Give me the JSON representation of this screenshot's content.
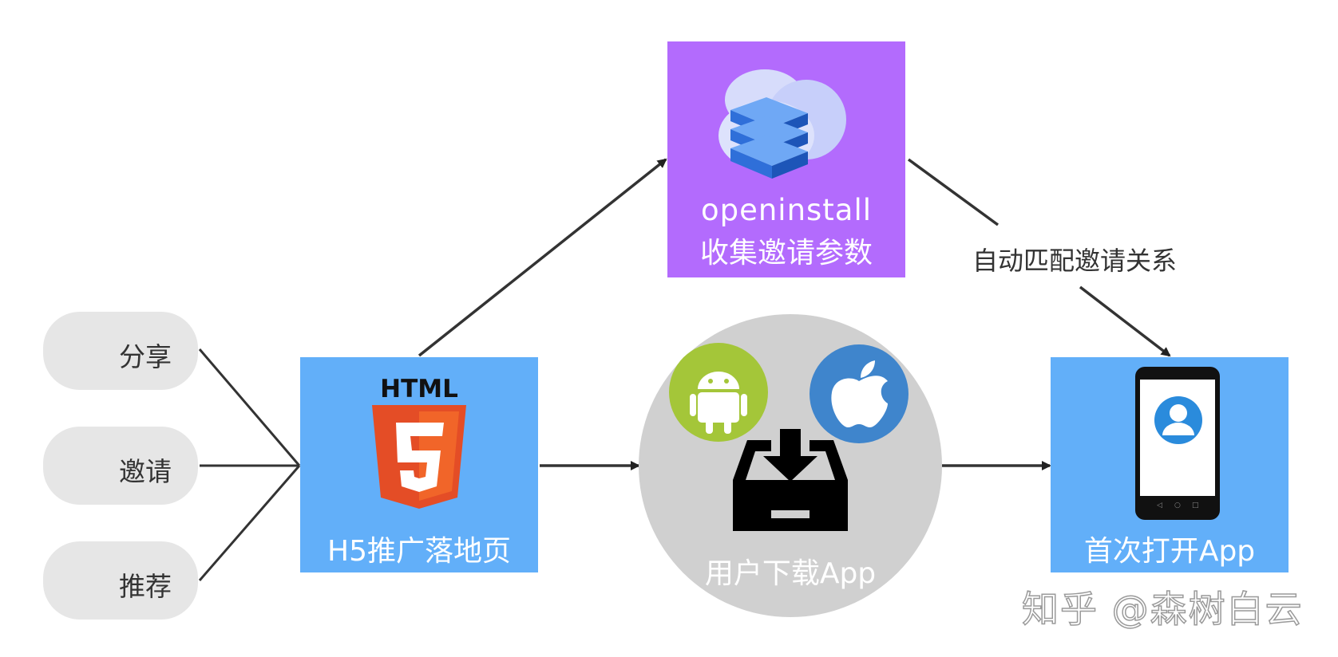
{
  "sources": [
    {
      "label": "分享",
      "icon": "share-icon"
    },
    {
      "label": "邀请",
      "icon": "envelope-icon"
    },
    {
      "label": "推荐",
      "icon": "thumbs-up-icon"
    }
  ],
  "landing": {
    "label": "H5推广落地页",
    "logo_text": "HTML",
    "logo_digit": "5",
    "icon": "html5-icon"
  },
  "openinstall": {
    "line1": "openinstall",
    "line2": "收集邀请参数",
    "icon": "cloud-server-icon"
  },
  "download": {
    "label": "用户下载App",
    "icons": [
      "android-icon",
      "apple-icon",
      "download-tray-icon"
    ]
  },
  "open_app": {
    "label": "首次打开App",
    "icon": "phone-user-icon"
  },
  "match_caption": "自动匹配邀请关系",
  "watermark": "知乎 @森树白云",
  "colors": {
    "blue_box": "#62aff9",
    "purple_box": "#b36bfd",
    "circle": "#d0d0d0",
    "pill": "#e6e6e6",
    "html5_orange": "#e44d26",
    "android": "#a4c639",
    "apple_circle": "#3f85cc"
  }
}
